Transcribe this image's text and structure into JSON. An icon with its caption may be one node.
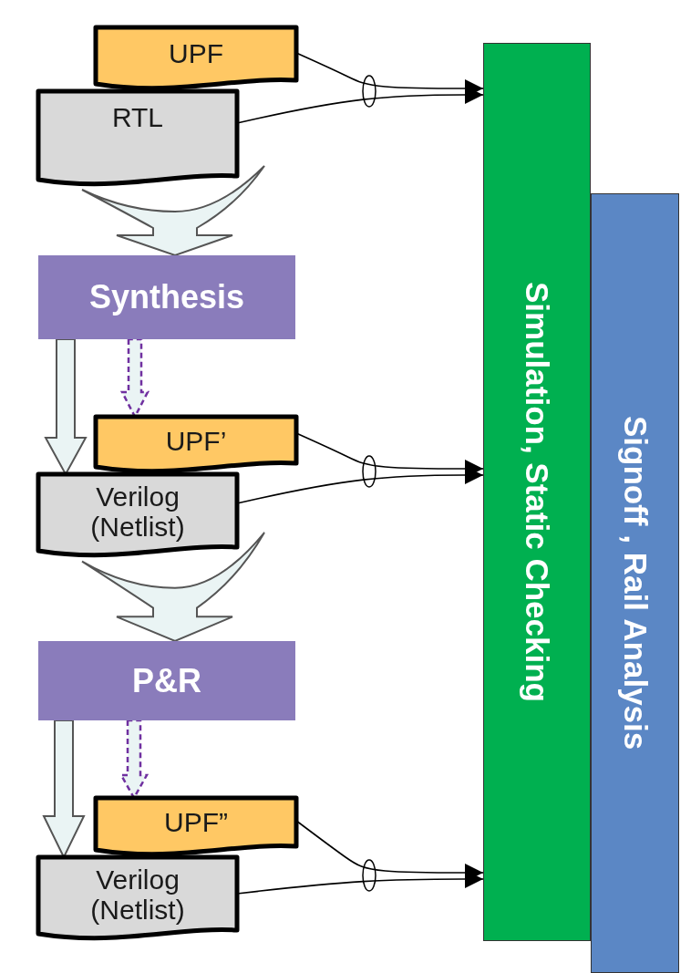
{
  "diagram": {
    "nodes": [
      {
        "text": [
          "UPF"
        ]
      },
      {
        "text": [
          "RTL"
        ]
      },
      {
        "text": [
          "Synthesis"
        ]
      },
      {
        "text": [
          "UPF’"
        ]
      },
      {
        "text": [
          "Verilog (Netlist)"
        ]
      },
      {
        "text": [
          "P&R"
        ]
      },
      {
        "text": [
          "UPF”"
        ]
      },
      {
        "text": [
          "Verilog (Netlist)"
        ]
      },
      {
        "text": [
          "Simulation, Static Checking"
        ]
      },
      {
        "text": [
          "Signoff , Rail Analysis"
        ]
      }
    ],
    "edges": [
      {
        "from": 0,
        "to": 8,
        "arrow": "to"
      },
      {
        "from": 1,
        "to": 8,
        "arrow": "to"
      },
      {
        "from": 1,
        "to": 2,
        "arrow": "to",
        "style": "thick"
      },
      {
        "from": 2,
        "to": 4,
        "arrow": "to",
        "style": "thick"
      },
      {
        "from": 2,
        "to": 3,
        "arrow": "to",
        "style": "dashed",
        "color": "#7030a0"
      },
      {
        "from": 3,
        "to": 8,
        "arrow": "to"
      },
      {
        "from": 4,
        "to": 8,
        "arrow": "to"
      },
      {
        "from": 4,
        "to": 5,
        "arrow": "to",
        "style": "thick"
      },
      {
        "from": 5,
        "to": 7,
        "arrow": "to",
        "style": "thick"
      },
      {
        "from": 5,
        "to": 6,
        "arrow": "to",
        "style": "dashed",
        "color": "#7030a0"
      },
      {
        "from": 6,
        "to": 8,
        "arrow": "to"
      },
      {
        "from": 7,
        "to": 8,
        "arrow": "to"
      }
    ]
  }
}
